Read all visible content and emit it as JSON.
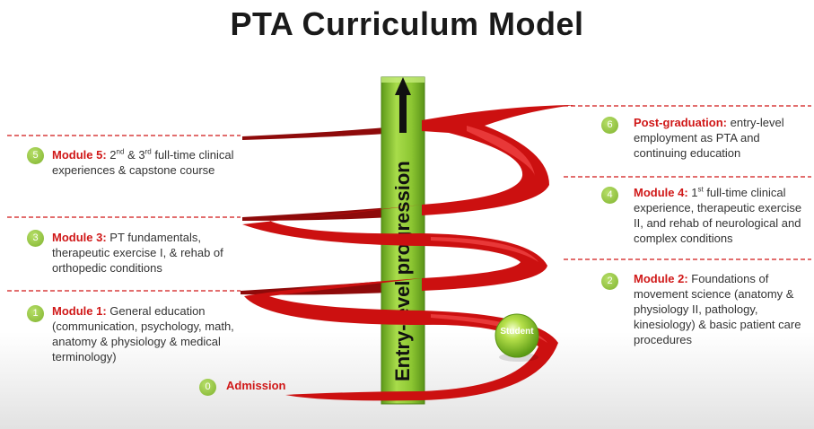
{
  "title": "PTA Curriculum Model",
  "center_label": "Entry-level progression",
  "student_label": "Student",
  "admission": {
    "number": "0",
    "label": "Admission"
  },
  "colors": {
    "accent": "#d01818",
    "badge": "#8fc23a",
    "pillar": "#8fc62e",
    "spiral": "#cc1010"
  },
  "stages": {
    "m1": {
      "number": "1",
      "title": "Module 1:",
      "text": "General education (communication, psychology, math, anatomy & physiology & medical terminology)"
    },
    "m2": {
      "number": "2",
      "title": "Module 2:",
      "text": "Foundations of movement science (anatomy & physiology II, pathology, kinesiology) & basic patient care procedures"
    },
    "m3": {
      "number": "3",
      "title": "Module 3:",
      "text": "PT fundamentals, therapeutic exercise I, & rehab of orthopedic conditions"
    },
    "m4": {
      "number": "4",
      "title": "Module 4:",
      "ord": "1",
      "sup": "st",
      "text": "full-time clinical experience, therapeutic exercise II, and rehab of neurological and complex conditions"
    },
    "m5": {
      "number": "5",
      "title": "Module 5:",
      "ord1": "2",
      "sup1": "nd",
      "mid": "&",
      "ord2": "3",
      "sup2": "rd",
      "text": "full-time clinical experiences & capstone course"
    },
    "m6": {
      "number": "6",
      "title": "Post-graduation:",
      "text": "entry-level employment as PTA and continuing education"
    }
  }
}
